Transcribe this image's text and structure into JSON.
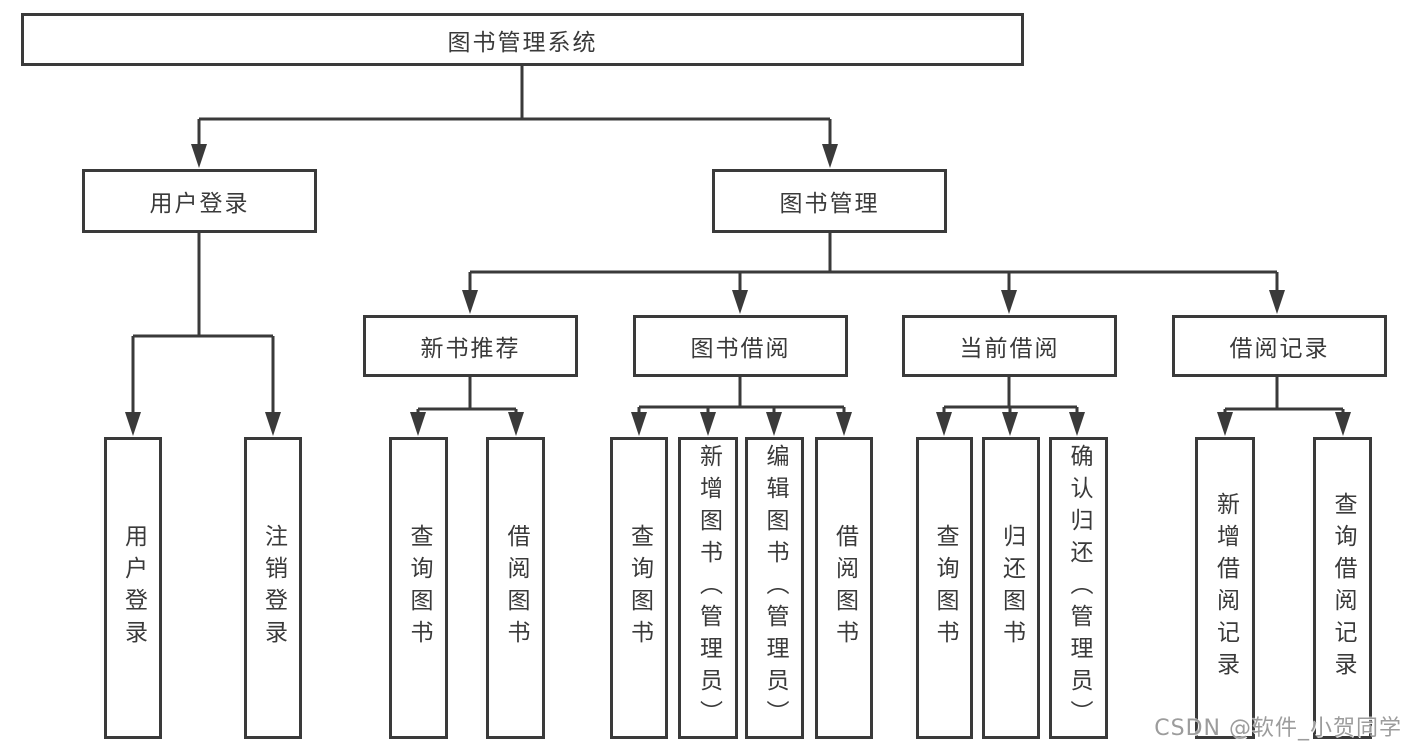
{
  "diagram": {
    "title": "图书管理系统",
    "branches": {
      "user_login": {
        "label": "用户登录",
        "children": [
          {
            "label": "用户登录"
          },
          {
            "label": "注销登录"
          }
        ]
      },
      "book_management": {
        "label": "图书管理",
        "groups": [
          {
            "label": "新书推荐",
            "children": [
              {
                "label": "查询图书"
              },
              {
                "label": "借阅图书"
              }
            ]
          },
          {
            "label": "图书借阅",
            "children": [
              {
                "label": "查询图书"
              },
              {
                "label": "新增图书（管理员）"
              },
              {
                "label": "编辑图书（管理员）"
              },
              {
                "label": "借阅图书"
              }
            ]
          },
          {
            "label": "当前借阅",
            "children": [
              {
                "label": "查询图书"
              },
              {
                "label": "归还图书"
              },
              {
                "label": "确认归还（管理员）"
              }
            ]
          },
          {
            "label": "借阅记录",
            "children": [
              {
                "label": "新增借阅记录"
              },
              {
                "label": "查询借阅记录"
              }
            ]
          }
        ]
      }
    },
    "watermark": "CSDN @软件_小贺同学",
    "colors": {
      "line": "#3a3a3a",
      "text": "#3a3a3a",
      "watermark": "#9c9c9c",
      "background": "#ffffff"
    }
  }
}
